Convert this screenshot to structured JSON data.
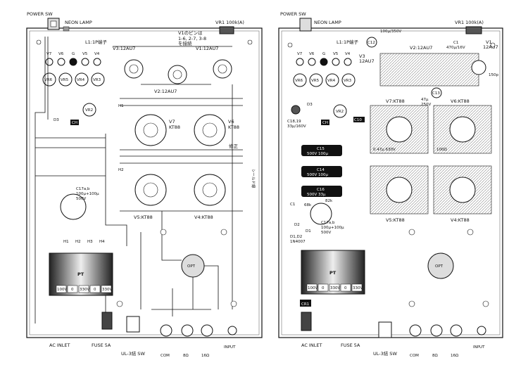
{
  "left": {
    "power_sw": "POWER SW",
    "neon_lamp": "NEON LAMP",
    "vr1": "VR1 100k(A)",
    "l1": "L1:1P端子",
    "v1_note_1": "V1のピンは",
    "v1_note_2": "1-6, 2-7, 3-8",
    "v1_note_3": "を接続",
    "v3": "V3:12AU7",
    "v1": "V1:12AU7",
    "v2": "V2:12AU7",
    "jacks": [
      "V7",
      "V6",
      "G",
      "V5",
      "V4"
    ],
    "vrs": [
      "VR6",
      "VR5",
      "VR4",
      "VR3"
    ],
    "vr2": "VR2",
    "ch": "CH",
    "d3": "D3",
    "v7": "V7",
    "v7t": "KT88",
    "v6": "V6",
    "v6t": "KT88",
    "v5": "V5:KT88",
    "v4": "V4:KT88",
    "shusei": "修正",
    "shield": "シールド線",
    "c17": [
      "C17a,b",
      "100μ+100μ",
      "500V"
    ],
    "pt": "PT",
    "opt": "OPT",
    "taps": [
      "H1",
      "H2",
      "H3",
      "H4"
    ],
    "pt_bottom": [
      "100V",
      "0",
      "330V",
      "0",
      "330V"
    ],
    "ac_inlet": "AC INLET",
    "fuse": "FUSE 5A",
    "ul_sw": "UL-3結 SW",
    "com": "COM",
    "o8": "8Ω",
    "o16": "16Ω",
    "input": "INPUT",
    "h_labels": [
      "H1",
      "H2"
    ]
  },
  "right": {
    "power_sw": "POWER SW",
    "neon_lamp": "NEON LAMP",
    "vr1": "VR1 100k(A)",
    "l1": "L1:1P端子",
    "c12": "C12",
    "c12v": "100μ/350V",
    "v3": [
      "V3",
      "12AU7"
    ],
    "v2": "V2:12AU7",
    "c1": [
      "C1",
      "470μ/16V"
    ],
    "v1": [
      "V1",
      "12AU7"
    ],
    "c150": "150p",
    "jacks": [
      "V7",
      "V6",
      "G",
      "V5",
      "V4"
    ],
    "vrs": [
      "VR6",
      "VR5",
      "VR4",
      "VR3"
    ],
    "vr2": "VR2",
    "d3": "D3",
    "c13": "C13",
    "c13v": [
      "47μ",
      "250V"
    ],
    "v7": "V7:KT88",
    "v6": "V6:KT88",
    "v5": "V5:KT88",
    "v4": "V4:KT88",
    "c1819": [
      "C18,19",
      "33μ/160V"
    ],
    "ch": "CH",
    "c10": "C10",
    "c14": [
      "C14",
      "500V 100μ"
    ],
    "c15": [
      "C15",
      "500V 100μ"
    ],
    "c16": [
      "C16",
      "500V 33μ"
    ],
    "c1_label": "C1",
    "r68k": "68k",
    "r82k": "82k",
    "d2": "D2",
    "c17": [
      "C17a,b",
      "100μ+100μ",
      "500V"
    ],
    "d1d2": [
      "D1,D2",
      "1N4007"
    ],
    "d1": "D1",
    "pt": "PT",
    "opt": "OPT",
    "cr1": "CR1",
    "pt_bottom": [
      "100V",
      "0",
      "330V",
      "0",
      "330V"
    ],
    "cap_val_a": "0.47μ 630V",
    "cap_val_b": "100Ω",
    "ac_inlet": "AC INLET",
    "fuse": "FUSE 5A",
    "ul_sw": "UL-3結 SW",
    "com": "COM",
    "o8": "8Ω",
    "o16": "16Ω",
    "input": "INPUT"
  }
}
